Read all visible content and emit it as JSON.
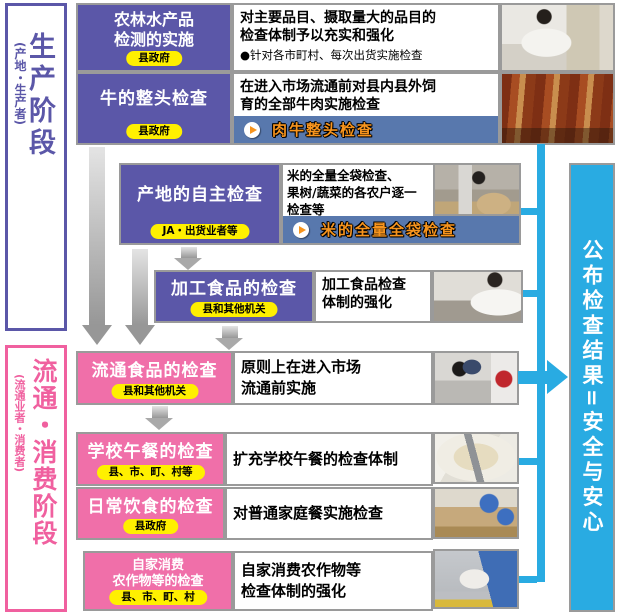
{
  "left_stages": {
    "production": {
      "label": "生产阶段",
      "sublabel": "(产地・生产者)"
    },
    "distribution": {
      "label": "流通・消费阶段",
      "sublabel": "(流通业者・消费者)"
    }
  },
  "result_bar": {
    "text": "公布检查结果=安全与安心"
  },
  "rows": [
    {
      "title": "农林水产品\n检测的实施",
      "agency": "县政府",
      "desc": "对主要品目、摄取量大的品目的\n检查体制予以充实和强化",
      "bullet": "●针对各市町村、每次出货实施检查",
      "photo": "laboratory-testing"
    },
    {
      "title": "牛的整头检查",
      "agency": "县政府",
      "desc": "在进入市场流通前对县内县外饲\n育的全部牛肉实施检查",
      "banner": "肉牛整头检查",
      "photo": "beef-carcass-inspection"
    },
    {
      "title": "产地的自主检查",
      "agency": "JA・出货业者等",
      "desc": "米的全量全袋检查、\n果树/蔬菜的各农户逐一\n检查等",
      "banner": "米的全量全袋检查",
      "photo": "rice-bag-screening"
    },
    {
      "title": "加工食品的检查",
      "agency": "县和其他机关",
      "desc": "加工食品检查\n体制的强化",
      "photo": "processed-food-testing"
    },
    {
      "title": "流通食品的检查",
      "agency": "县和其他机关",
      "desc": "原则上在进入市场\n流通前实施",
      "photo": "distribution-lab-check"
    },
    {
      "title": "学校午餐的检查",
      "agency": "县、市、町、村等",
      "desc": "扩充学校午餐的检查体制",
      "photo": "school-lunch-sample"
    },
    {
      "title": "日常饮食的检查",
      "agency": "县政府",
      "desc": "对普通家庭餐实施检查",
      "photo": "household-meal-check"
    },
    {
      "title": "自家消费\n农作物等的检查",
      "agency": "县、市、町、村",
      "desc": "自家消费农作物等\n检查体制的强化",
      "photo": "home-grown-produce-check"
    }
  ],
  "colors": {
    "purple": "#5b57a8",
    "pink": "#f06fa9",
    "yellow": "#fff000",
    "steel_blue": "#5878ad",
    "cyan": "#29abe2",
    "orange": "#f7941d"
  }
}
